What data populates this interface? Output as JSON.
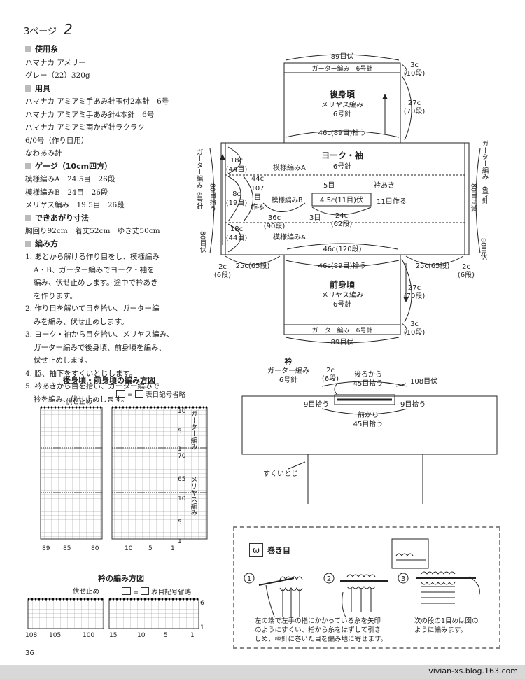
{
  "header": {
    "page_label": "3ページ",
    "pattern_no": "2"
  },
  "yarn": {
    "title": "使用糸",
    "lines": [
      "ハマナカ アメリー",
      "グレー（22）320g"
    ]
  },
  "tools": {
    "title": "用具",
    "lines": [
      "ハマナカ アミアミ手あみ針玉付2本針　6号",
      "ハマナカ アミアミ手あみ針4本針　6号",
      "ハマナカ アミアミ両かぎ針ラクラク",
      "6/0号（作り目用）",
      "なわあみ針"
    ]
  },
  "gauge": {
    "title": "ゲージ（10cm四方）",
    "lines": [
      "模様編みA　24.5目　26段",
      "模様編みB　24目　26段",
      "メリヤス編み　19.5目　26段"
    ]
  },
  "size": {
    "title": "できあがり寸法",
    "lines": [
      "胸回り92cm　着丈52cm　ゆき丈50cm"
    ]
  },
  "method": {
    "title": "編み方",
    "steps": [
      {
        "first": "1. あとから解ける作り目をし、模様編み",
        "rest": [
          "A・B、ガーター編みでヨーク・袖を",
          "編み、伏せ止めします。途中で衿あき",
          "を作ります。"
        ]
      },
      {
        "first": "2. 作り目を解いて目を拾い、ガーター編",
        "rest": [
          "みを編み、伏せ止めします。"
        ]
      },
      {
        "first": "3. ヨーク・袖から目を拾い、メリヤス編み、",
        "rest": [
          "ガーター編みで後身頃、前身頃を編み、",
          "伏せ止めします。"
        ]
      },
      {
        "first": "4. 脇、袖下をすくいとじします。",
        "rest": []
      },
      {
        "first": "5. 衿あきから目を拾い、ガーター編みで",
        "rest": [
          "衿を編み、伏せ止めします。"
        ]
      }
    ]
  },
  "diagram": {
    "back": {
      "title": "後身頃",
      "sub1": "メリヤス編み",
      "sub2": "6号針",
      "top": "89目伏",
      "garter": "ガーター編み　6号針",
      "c3": "3c",
      "c3r": "(10段)",
      "c27": "27c",
      "c27r": "(70段)",
      "pick": "46c(89目)拾う"
    },
    "yoke": {
      "title": "ヨーク・袖",
      "needle": "6号針",
      "patA_top": "模様編みA",
      "patB": "模様編みB",
      "patA_bot": "模様編みA",
      "l18a": "18c",
      "l18ar": "(44目)",
      "l44": "44c",
      "l107": "107",
      "l_me": "目",
      "l_make": "作る",
      "l8": "8c",
      "l8r": "(19目)",
      "l18b": "18c",
      "l18br": "(44目)",
      "s36": "36c",
      "s36r": "(90段)",
      "s24": "24c",
      "s24r": "(62段)",
      "m5": "5目",
      "m3": "3目",
      "neck_open": "衿あき",
      "neck_w": "4.5c(11目)伏",
      "m11": "11目作る",
      "gL": "ガーター編み",
      "gL2": "6号針",
      "gR": "ガーター編み",
      "gR2": "6号針",
      "v80L": "80目拾う",
      "v80R": "80目に減",
      "v80Lb": "80目伏",
      "v80Rb": "80目伏",
      "c46": "46c(120段)",
      "c2L": "2c",
      "c2Lr": "(6段)",
      "c2R": "2c",
      "c2Rr": "(6段)",
      "c25L": "25c(65段)",
      "c25R": "25c(65段)",
      "pick_front": "46c(89目)拾う"
    },
    "front": {
      "title": "前身頃",
      "sub1": "メリヤス編み",
      "sub2": "6号針",
      "bottom": "89目伏",
      "garter": "ガーター編み　6号針",
      "c3": "3c",
      "c3r": "(10段)",
      "c27": "27c",
      "c27r": "(70段)"
    },
    "collar": {
      "title": "衿",
      "sub1": "ガーター編み",
      "sub2": "6号針",
      "c2": "2c",
      "c2r": "(6段)",
      "back_pick": "後ろから",
      "back_pick2": "45目拾う",
      "cast": "108目伏",
      "left9": "9目拾う",
      "right9": "9目拾う",
      "front_pick": "前から",
      "front_pick2": "45目拾う",
      "seam": "すくいとじ"
    }
  },
  "chart1": {
    "title": "後身頃・前身頃の編み方図",
    "legend_eq": "=",
    "legend_txt": "表目記号省略",
    "bindoff": "伏せ止め",
    "rows": [
      "10",
      "5",
      "1",
      "70",
      "65",
      "10",
      "5",
      "1"
    ],
    "cols": [
      "89",
      "85",
      "80",
      "10",
      "5",
      "1"
    ],
    "side1": "ガーター編み",
    "side2": "メリヤス編み"
  },
  "chart2": {
    "title": "衿の編み方図",
    "legend_eq": "=",
    "legend_txt": "表目記号省略",
    "bindoff": "伏せ止め",
    "rows": [
      "6",
      "1"
    ],
    "cols": [
      "108",
      "105",
      "100",
      "15",
      "10",
      "5",
      "1"
    ]
  },
  "howto": {
    "title": "巻き目",
    "n1": "1",
    "n2": "2",
    "n3": "3",
    "text1": [
      "左の端で左手の指にかかっている糸を矢印",
      "のようにすくい、指から糸をはずして引き",
      "しめ、棒針に巻いた目を編み地に寄せます。"
    ],
    "text2": [
      "次の段の1目めは図の",
      "ように編みます。"
    ]
  },
  "page_number": "36",
  "watermark": "vivian-xs.blog.163.com"
}
